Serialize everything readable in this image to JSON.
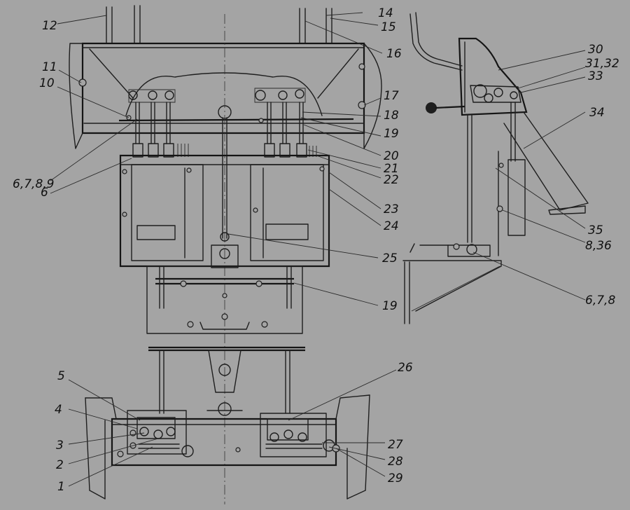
{
  "labels": {
    "l1": "1",
    "l2": "2",
    "l3": "3",
    "l4": "4",
    "l5": "5",
    "l6": "6",
    "l6789": "6,7,8,9",
    "l678": "6,7,8",
    "l10": "10",
    "l11": "11",
    "l12": "12",
    "l14": "14",
    "l15": "15",
    "l16": "16",
    "l17": "17",
    "l18": "18",
    "l19a": "19",
    "l19b": "19",
    "l20": "20",
    "l21": "21",
    "l22": "22",
    "l23": "23",
    "l24": "24",
    "l25": "25",
    "l26": "26",
    "l27": "27",
    "l28": "28",
    "l29": "29",
    "l30": "30",
    "l3132": "31,32",
    "l33": "33",
    "l34": "34",
    "l35": "35",
    "l836": "8,36"
  },
  "colors": {
    "background": "#a4a4a4",
    "ink": "#1e1e1e"
  }
}
